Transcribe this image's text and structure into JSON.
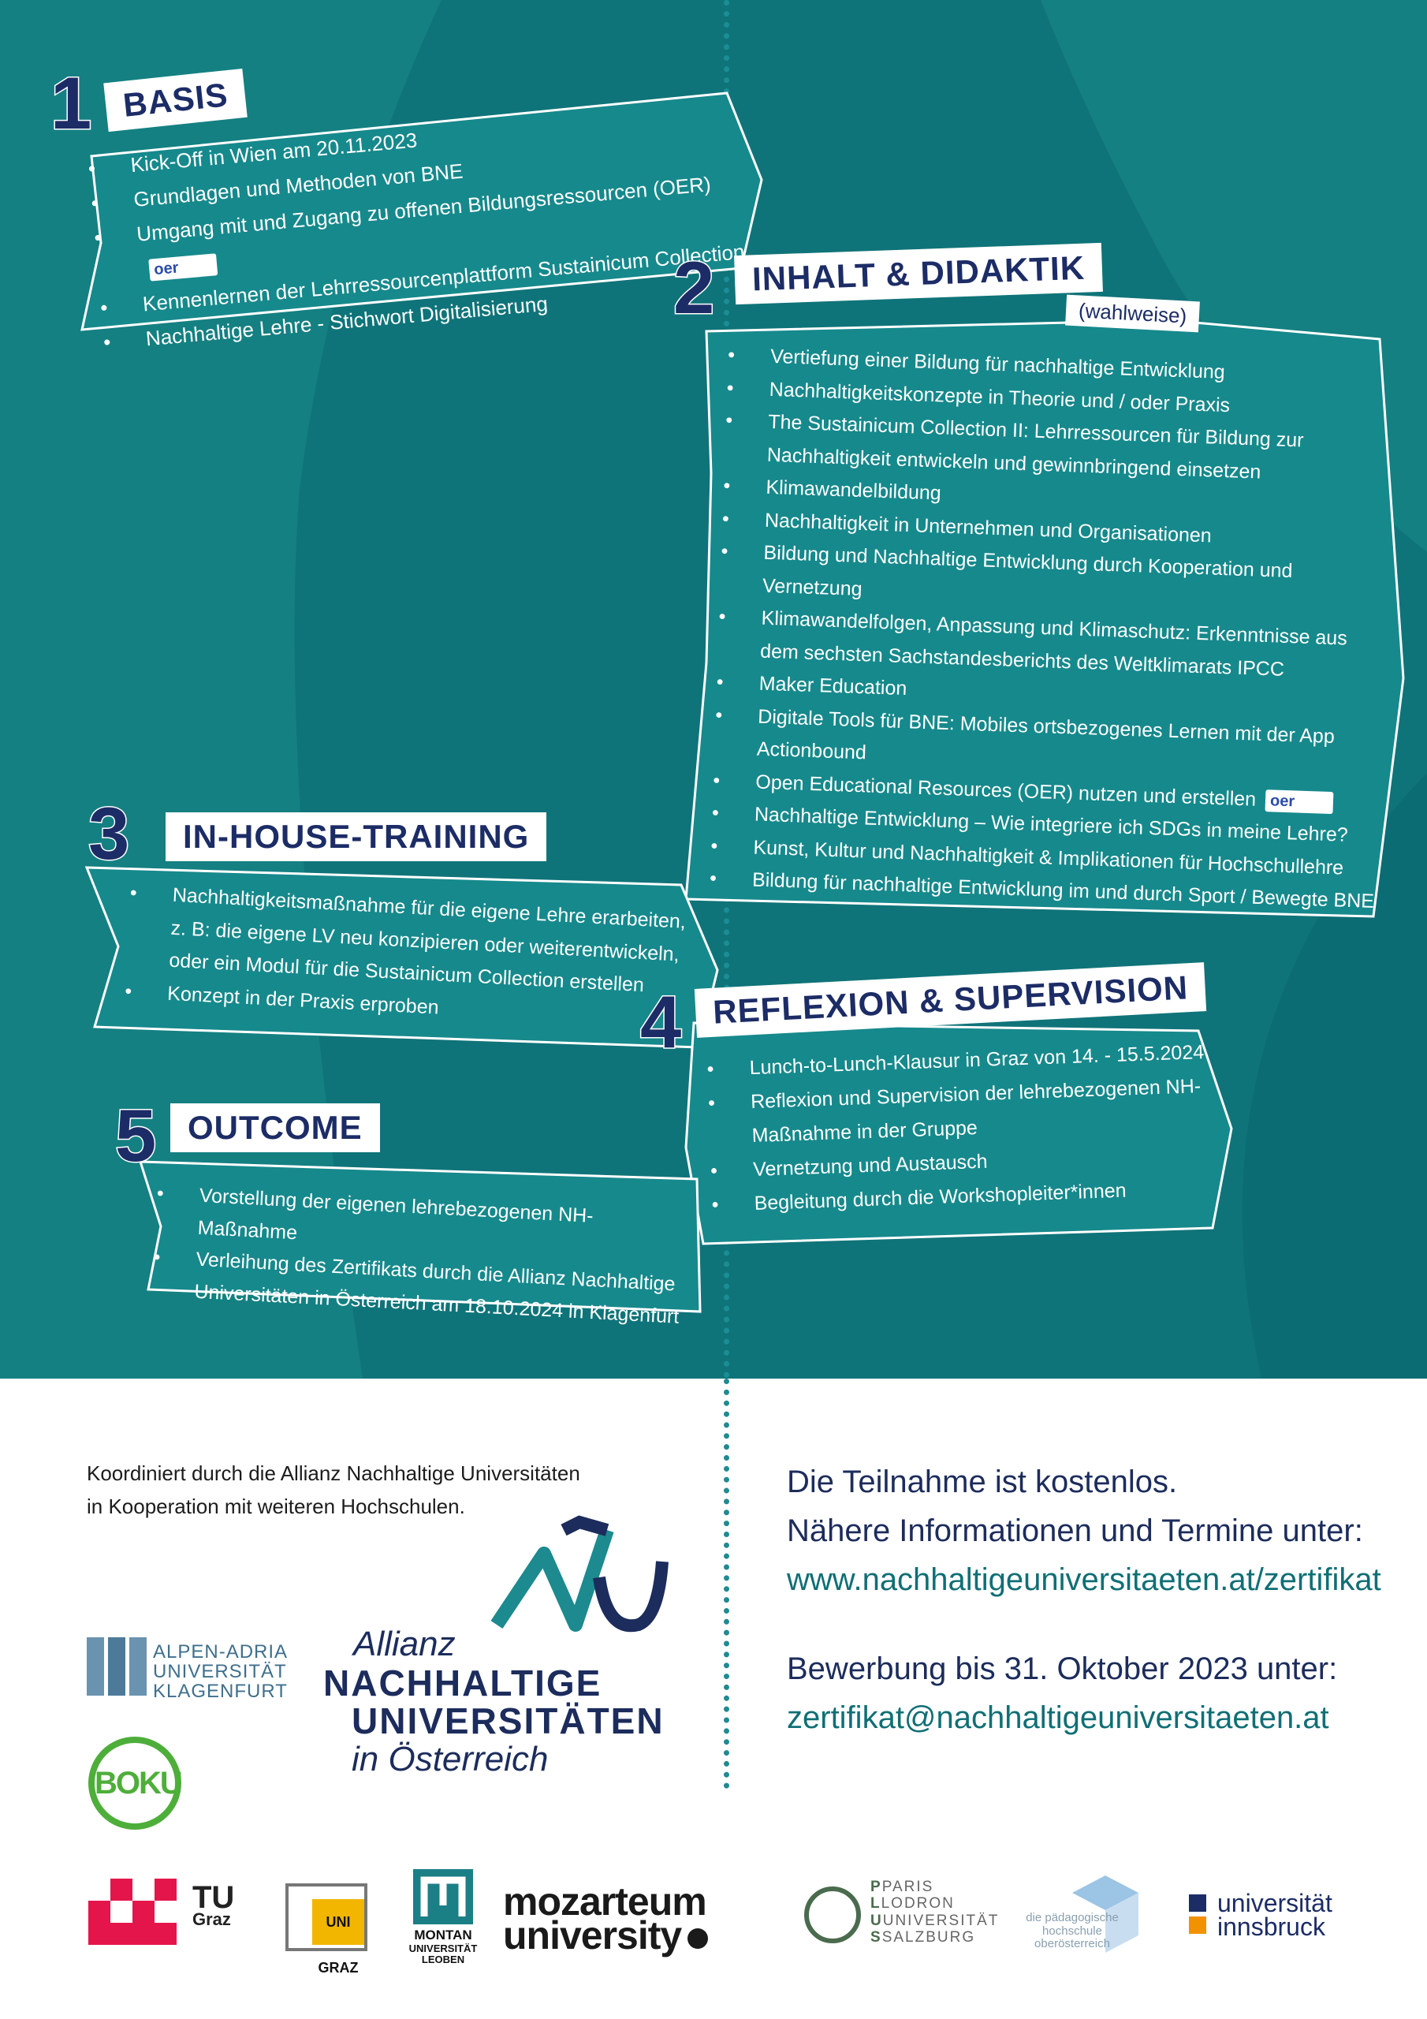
{
  "modules": [
    {
      "number": "1",
      "title": "BASIS",
      "items": [
        "Kick-Off in Wien am 20.11.2023",
        "Grundlagen und Methoden von BNE",
        "Umgang mit und Zugang zu offenen Bildungsressourcen (OER)",
        "Kennenlernen der Lehrressourcenplattform Sustainicum Collection",
        "Nachhaltige Lehre - Stichwort Digitalisierung"
      ]
    },
    {
      "number": "2",
      "title": "INHALT & DIDAKTIK",
      "subtitle": "(wahlweise)",
      "items": [
        "Vertiefung einer Bildung für nachhaltige Entwicklung",
        "Nachhaltigkeitskonzepte in Theorie und / oder Praxis",
        "The Sustainicum Collection II: Lehrressourcen für Bildung zur Nachhaltigkeit entwickeln und gewinnbringend einsetzen",
        "Klimawandelbildung",
        "Nachhaltigkeit in Unternehmen und Organisationen",
        "Bildung und Nachhaltige Entwicklung durch Kooperation und Vernetzung",
        "Klimawandelfolgen, Anpassung und Klimaschutz: Erkenntnisse aus dem sechsten Sachstandesberichts des Weltklimarats IPCC",
        "Maker Education",
        "Digitale Tools für BNE: Mobiles ortsbezogenes Lernen mit der App Actionbound",
        "Open Educational Resources (OER) nutzen und erstellen",
        "Nachhaltige Entwicklung – Wie integriere ich SDGs in meine Lehre?",
        "Kunst, Kultur und Nachhaltigkeit & Implikationen für Hochschullehre",
        "Bildung für nachhaltige Entwicklung im und durch Sport / Bewegte BNE"
      ]
    },
    {
      "number": "3",
      "title": "IN-HOUSE-TRAINING",
      "items": [
        "Nachhaltigkeitsmaßnahme für die eigene Lehre erarbeiten, z. B: die eigene LV neu konzipieren oder weiterentwickeln, oder ein Modul für die Sustainicum Collection erstellen",
        "Konzept in der Praxis erproben"
      ]
    },
    {
      "number": "4",
      "title": "REFLEXION & SUPERVISION",
      "items": [
        "Lunch-to-Lunch-Klausur in Graz von 14. - 15.5.2024",
        "Reflexion und Supervision der lehrebezogenen NH-Maßnahme in der Gruppe",
        "Vernetzung und Austausch",
        "Begleitung durch die Workshopleiter*innen"
      ]
    },
    {
      "number": "5",
      "title": "OUTCOME",
      "items": [
        "Vorstellung der eigenen lehrebezogenen NH-Maßnahme",
        "Verleihung des Zertifikats durch die Allianz Nachhaltige Universitäten in Österreich am 18.10.2024 in Klagenfurt"
      ]
    }
  ],
  "oer_badge": {
    "text": "oer",
    "brand_orange": "#e8582a",
    "brand_blue": "#2b4ca8"
  },
  "coordination": "Koordiniert durch die Allianz Nachhaltige Universitäten in Kooperation mit weiteren Hochschulen.",
  "info": {
    "line1": "Die Teilnahme ist kostenlos.",
    "line2": "Nähere Informationen und Termine unter:",
    "url": "www.nachhaltigeuniversitaeten.at/zertifikat",
    "line3": "Bewerbung bis 31. Oktober 2023 unter:",
    "email": "zertifikat@nachhaltigeuniversitaeten.at"
  },
  "logos": {
    "aau": [
      "ALPEN-ADRIA",
      "UNIVERSITÄT",
      "KLAGENFURT"
    ],
    "allianz": [
      "Allianz",
      "NACHHALTIGE",
      "UNIVERSITÄTEN",
      "in Österreich"
    ],
    "boku": "BOKU",
    "tugraz": [
      "TU",
      "Graz"
    ],
    "unigraz": "UNI GRAZ",
    "montan": [
      "MONTAN",
      "UNIVERSITÄT",
      "LEOBEN"
    ],
    "mozarteum": [
      "mozarteum",
      "university"
    ],
    "plus": [
      "PARIS",
      "LODRON",
      "UNIVERSITÄT",
      "SALZBURG"
    ],
    "ph": [
      "die pädagogische",
      "hochschule",
      "oberösterreich"
    ],
    "innsbruck": [
      "universität",
      "innsbruck"
    ]
  },
  "colors": {
    "teal_bg": "#0f7479",
    "box_fill": "#16898c",
    "navy": "#1c2c66",
    "link_teal": "#0f6f75"
  }
}
